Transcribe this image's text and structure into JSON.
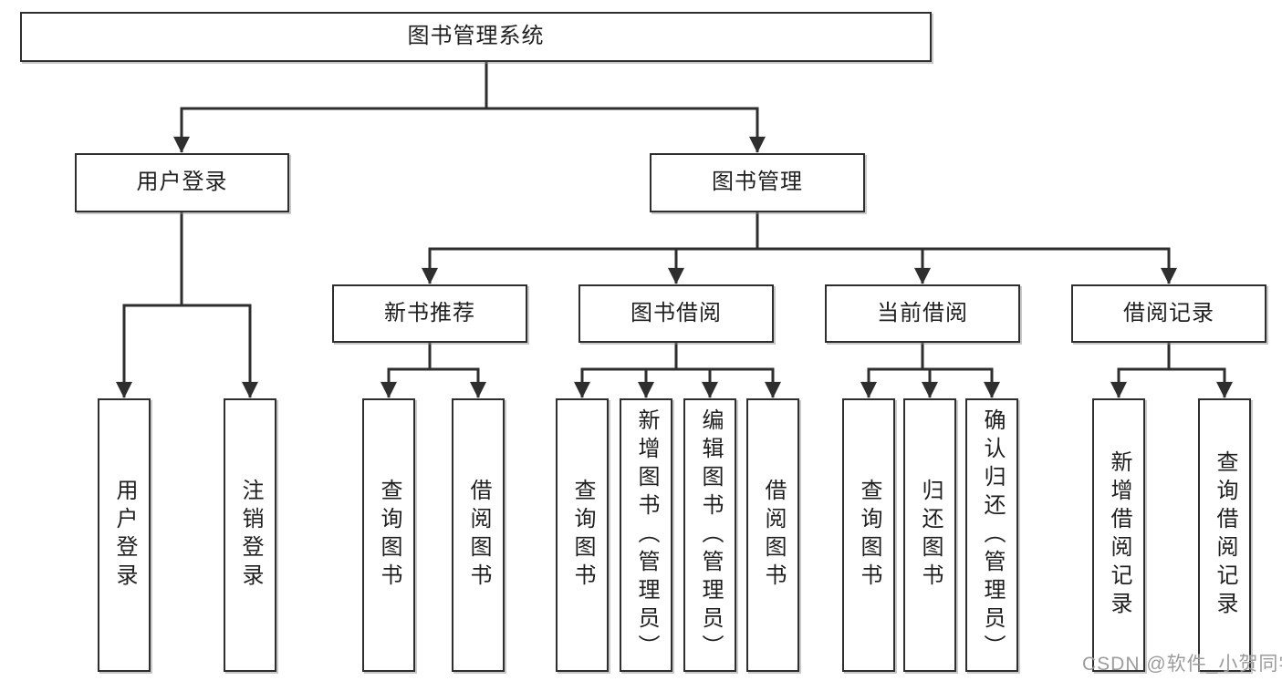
{
  "tree": {
    "root": {
      "label": "图书管理系统"
    },
    "branches": [
      {
        "label": "用户登录",
        "children": [
          {
            "label": "用户登录"
          },
          {
            "label": "注销登录"
          }
        ]
      },
      {
        "label": "图书管理",
        "children": [
          {
            "label": "新书推荐",
            "children": [
              {
                "label": "查询图书"
              },
              {
                "label": "借阅图书"
              }
            ]
          },
          {
            "label": "图书借阅",
            "children": [
              {
                "label": "查询图书"
              },
              {
                "label": "新增图书（管理员）"
              },
              {
                "label": "编辑图书（管理员）"
              },
              {
                "label": "借阅图书"
              }
            ]
          },
          {
            "label": "当前借阅",
            "children": [
              {
                "label": "查询图书"
              },
              {
                "label": "归还图书"
              },
              {
                "label": "确认归还（管理员）"
              }
            ]
          },
          {
            "label": "借阅记录",
            "children": [
              {
                "label": "新增借阅记录"
              },
              {
                "label": "查询借阅记录"
              }
            ]
          }
        ]
      }
    ]
  },
  "watermark": {
    "text": "CSDN @软件_小贺同学"
  },
  "colors": {
    "line": "#2e2e2e",
    "box_border": "#2e2e2e",
    "box_background": "#ffffff",
    "text": "#1f1f1f",
    "watermark": "#9c9c9c"
  }
}
